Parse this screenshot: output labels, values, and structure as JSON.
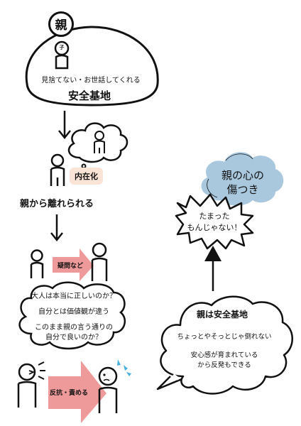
{
  "top": {
    "parent_label": "親",
    "child_label": "子",
    "care_text": "見捨てない・お世話してくれる",
    "base_text": "安全基地"
  },
  "stage2": {
    "internalize_label": "内在化",
    "leave_text": "親から離れられる"
  },
  "stage3": {
    "arrow_label": "疑問など",
    "questions": [
      "大人は本当に正しいのか？",
      "自分とは価値観が違う",
      "このまま親の言う通りの",
      "自分で良いのか？"
    ]
  },
  "stage4": {
    "arrow_label": "反抗・責める"
  },
  "right": {
    "hurt_line1": "親の心の",
    "hurt_line2": "傷つき",
    "complaint_line1": "たまった",
    "complaint_line2": "もんじゃない！",
    "base_title": "親は安全基地",
    "base_line1": "ちょっとやそっとじゃ倒れない",
    "base_line2": "安心感が育まれている",
    "base_line3": "から反発もできる"
  },
  "colors": {
    "arrow_pink": "#ef9a9a",
    "label_peach": "#fbe4d6",
    "cloud_blue": "#a9c8de",
    "sweat_blue": "#4ab0e0"
  }
}
